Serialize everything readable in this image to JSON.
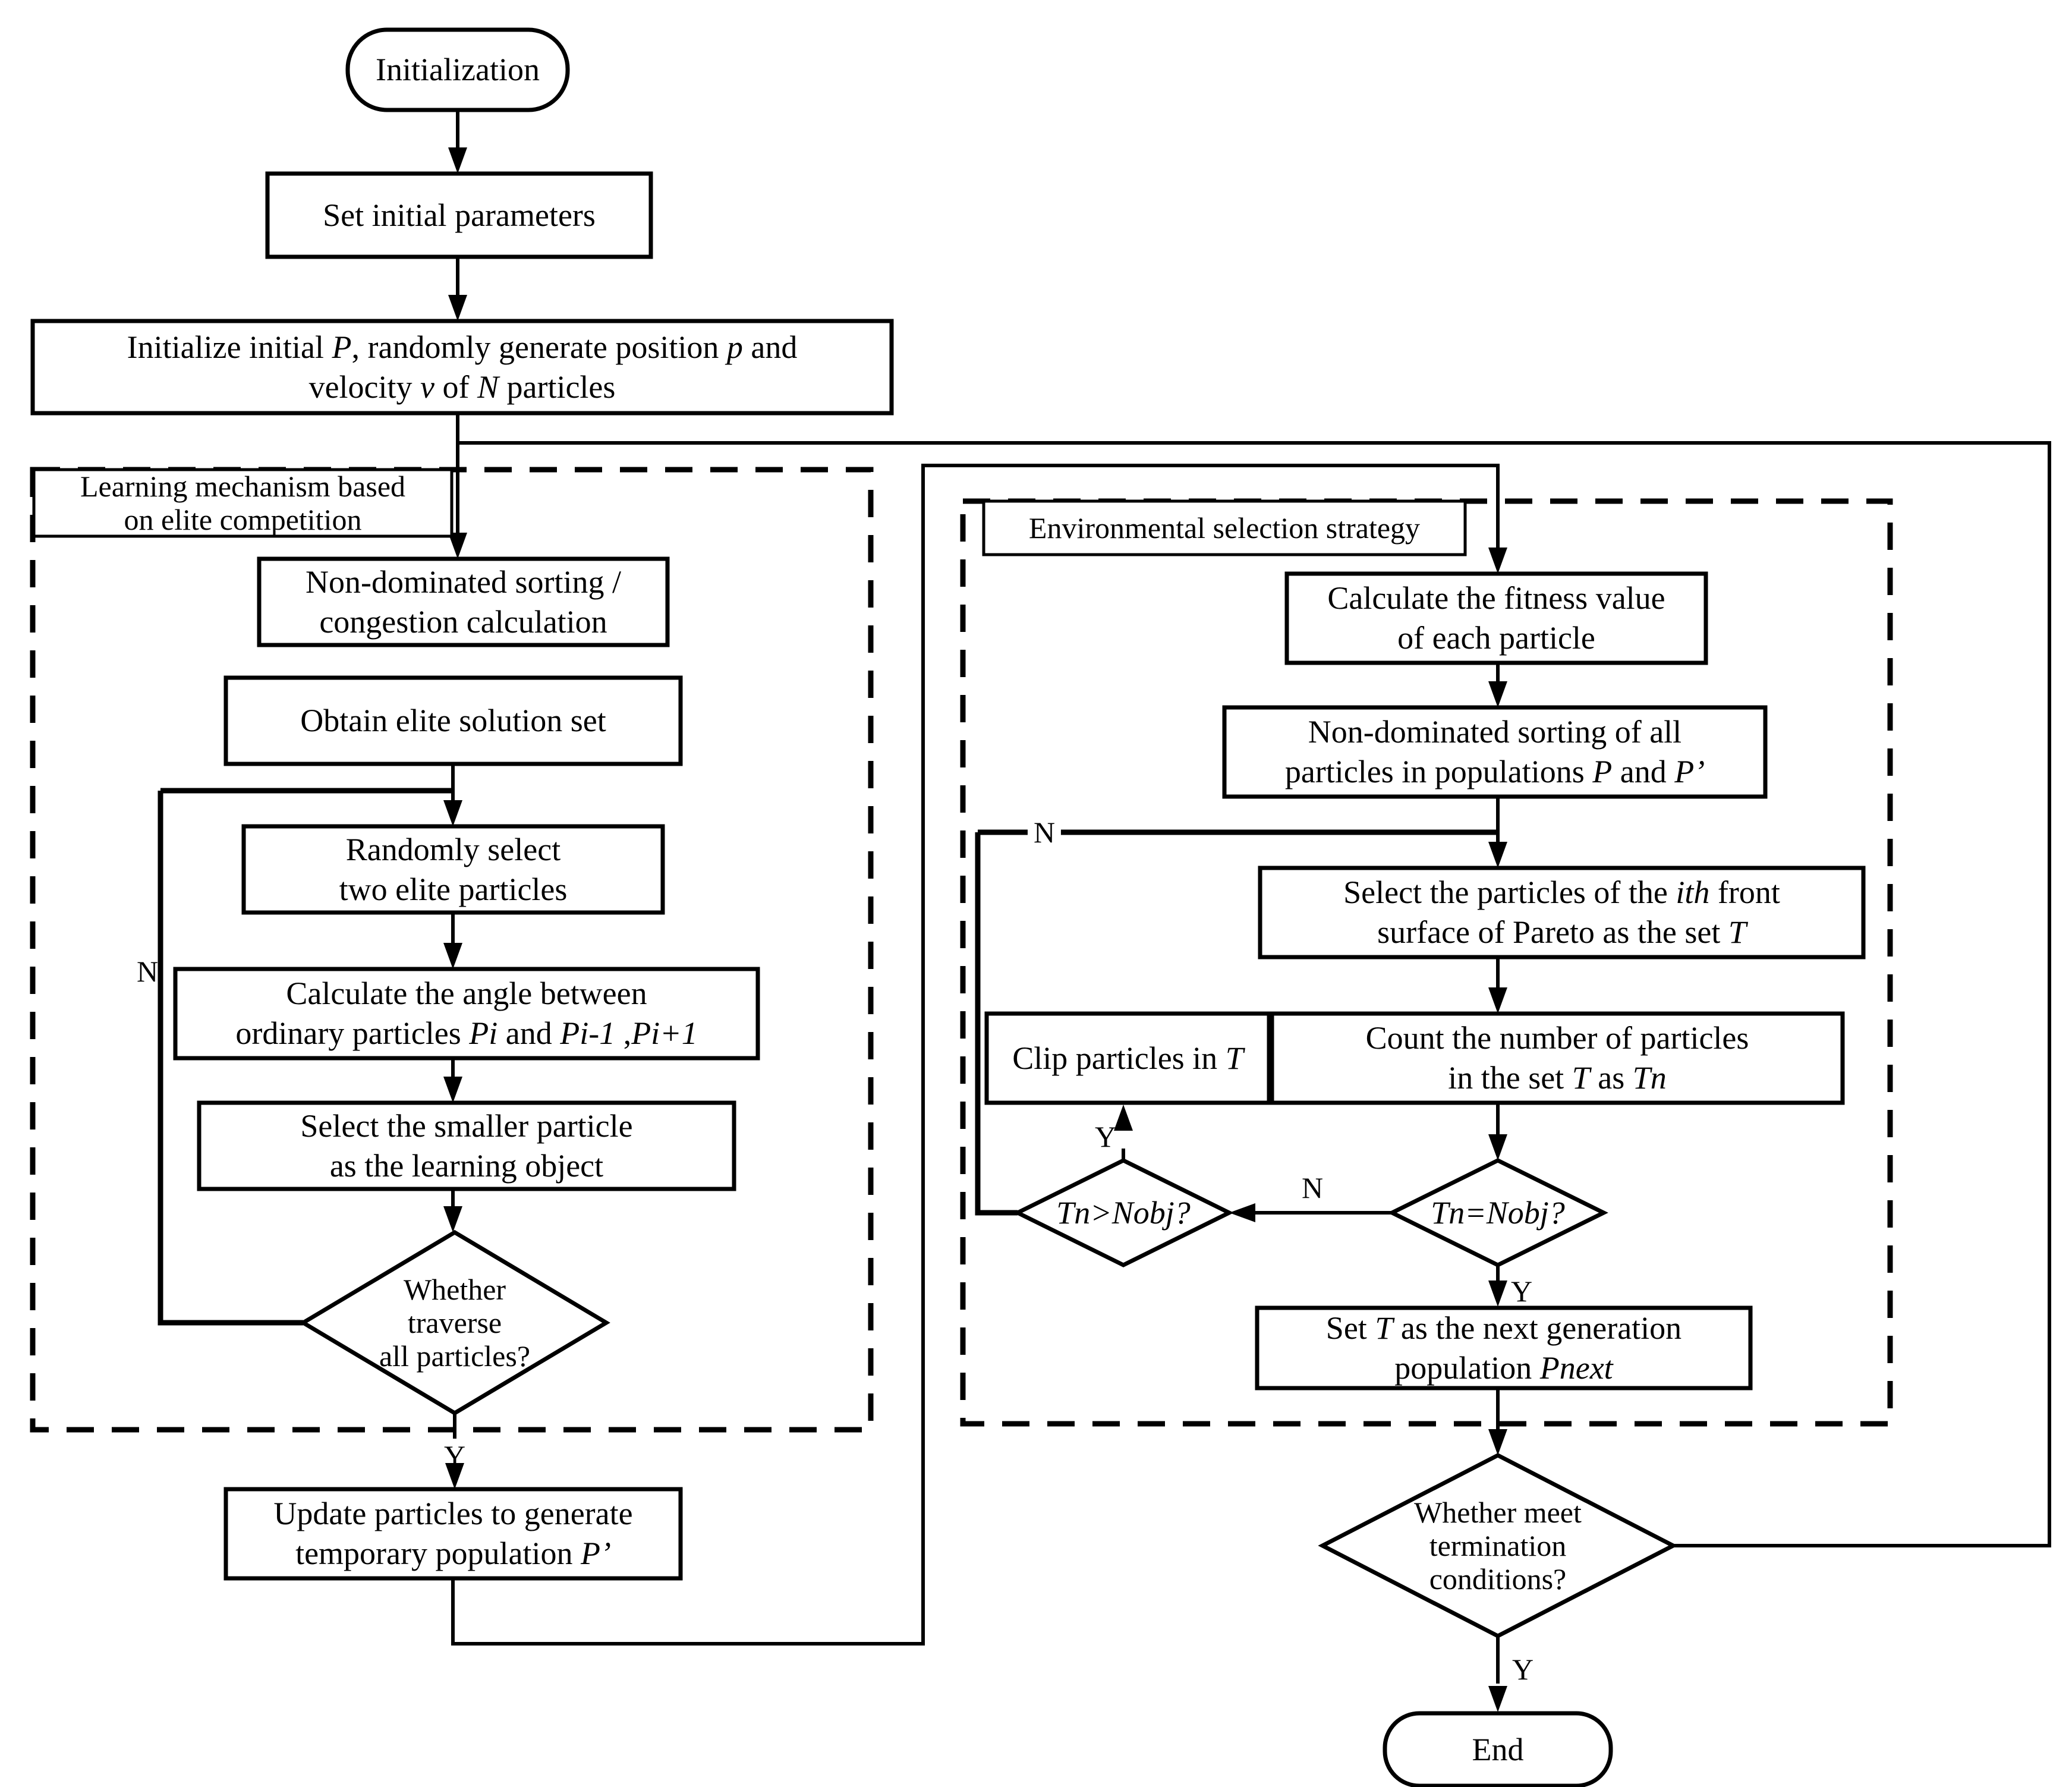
{
  "nodes": {
    "init": {
      "lines": [
        [
          {
            "t": "Initialization"
          }
        ]
      ]
    },
    "set_params": {
      "lines": [
        [
          {
            "t": "Set initial parameters"
          }
        ]
      ]
    },
    "init_p": {
      "lines": [
        [
          {
            "t": "Initialize initial "
          },
          {
            "t": "P",
            "i": true
          },
          {
            "t": ", randomly generate position "
          },
          {
            "t": "p",
            "i": true
          },
          {
            "t": " and"
          }
        ],
        [
          {
            "t": "velocity "
          },
          {
            "t": "v",
            "i": true
          },
          {
            "t": " of "
          },
          {
            "t": "N",
            "i": true
          },
          {
            "t": " particles"
          }
        ]
      ]
    },
    "left_label": {
      "lines": [
        [
          {
            "t": "Learning mechanism based"
          }
        ],
        [
          {
            "t": "on elite competition"
          }
        ]
      ]
    },
    "nd_sort": {
      "lines": [
        [
          {
            "t": "Non-dominated sorting /"
          }
        ],
        [
          {
            "t": "congestion calculation"
          }
        ]
      ]
    },
    "obtain_elite": {
      "lines": [
        [
          {
            "t": "Obtain elite solution set"
          }
        ]
      ]
    },
    "random_select": {
      "lines": [
        [
          {
            "t": "Randomly select"
          }
        ],
        [
          {
            "t": "two elite particles"
          }
        ]
      ]
    },
    "calc_angle": {
      "lines": [
        [
          {
            "t": "Calculate the angle between"
          }
        ],
        [
          {
            "t": "ordinary particles "
          },
          {
            "t": "Pi",
            "i": true
          },
          {
            "t": " and "
          },
          {
            "t": "Pi-1",
            "i": true
          },
          {
            "t": " ,"
          },
          {
            "t": "Pi+1",
            "i": true
          }
        ]
      ]
    },
    "select_smaller": {
      "lines": [
        [
          {
            "t": "Select the smaller particle"
          }
        ],
        [
          {
            "t": "as the learning object"
          }
        ]
      ]
    },
    "traverse": {
      "lines": [
        [
          {
            "t": "Whether"
          }
        ],
        [
          {
            "t": "traverse"
          }
        ],
        [
          {
            "t": "all particles?"
          }
        ]
      ]
    },
    "update_particles": {
      "lines": [
        [
          {
            "t": "Update particles to generate"
          }
        ],
        [
          {
            "t": "temporary population "
          },
          {
            "t": "P’",
            "i": true
          }
        ]
      ]
    },
    "right_label": {
      "lines": [
        [
          {
            "t": "Environmental selection strategy"
          }
        ]
      ]
    },
    "calc_fitness": {
      "lines": [
        [
          {
            "t": "Calculate the fitness value"
          }
        ],
        [
          {
            "t": "of each particle"
          }
        ]
      ]
    },
    "nd_sort_all": {
      "lines": [
        [
          {
            "t": "Non-dominated sorting of all"
          }
        ],
        [
          {
            "t": "particles in populations "
          },
          {
            "t": "P",
            "i": true
          },
          {
            "t": " and "
          },
          {
            "t": "P’",
            "i": true
          }
        ]
      ]
    },
    "select_front": {
      "lines": [
        [
          {
            "t": "Select the particles of the "
          },
          {
            "t": "ith",
            "i": true
          },
          {
            "t": " front"
          }
        ],
        [
          {
            "t": "surface of Pareto as the set "
          },
          {
            "t": "T",
            "i": true
          }
        ]
      ]
    },
    "count_particles": {
      "lines": [
        [
          {
            "t": "Count the number of particles"
          }
        ],
        [
          {
            "t": "in the set "
          },
          {
            "t": "T",
            "i": true
          },
          {
            "t": " as "
          },
          {
            "t": "Tn",
            "i": true
          }
        ]
      ]
    },
    "clip": {
      "lines": [
        [
          {
            "t": "Clip particles in "
          },
          {
            "t": "T",
            "i": true
          }
        ]
      ]
    },
    "tn_gt": {
      "lines": [
        [
          {
            "t": "Tn>Nobj?",
            "i": true
          }
        ]
      ]
    },
    "tn_eq": {
      "lines": [
        [
          {
            "t": "Tn=Nobj?",
            "i": true
          }
        ]
      ]
    },
    "set_next": {
      "lines": [
        [
          {
            "t": "Set "
          },
          {
            "t": "T",
            "i": true
          },
          {
            "t": " as the next generation"
          }
        ],
        [
          {
            "t": "population "
          },
          {
            "t": "Pnext",
            "i": true
          }
        ]
      ]
    },
    "terminate": {
      "lines": [
        [
          {
            "t": "Whether meet"
          }
        ],
        [
          {
            "t": "termination"
          }
        ],
        [
          {
            "t": "conditions?"
          }
        ]
      ]
    },
    "end": {
      "lines": [
        [
          {
            "t": "End"
          }
        ]
      ]
    }
  },
  "labels": {
    "n_traverse": "N",
    "y_traverse": "Y",
    "n_front_loop": "N",
    "y_clip": "Y",
    "n_between": "N",
    "y_next": "Y",
    "y_end": "Y"
  },
  "colors": {
    "stroke": "#000000",
    "background": "#ffffff"
  }
}
